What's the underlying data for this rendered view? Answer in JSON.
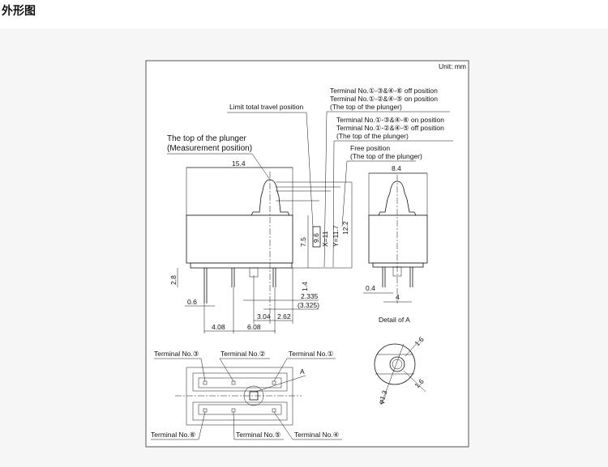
{
  "page_title": "外形图",
  "drawing": {
    "unit": "Unit: mm",
    "labels": {
      "off_on_1": "Terminal No.①-③&④-⑥ off position",
      "off_on_2": "Terminal No.①-②&④-⑤ on position",
      "off_on_3": "(The top of the plunger)",
      "on_off_1": "Terminal No.①-③&④-⑥ on position",
      "on_off_2": "Terminal No.①-②&④-⑤ off position",
      "on_off_3": "(The top of the plunger)",
      "free_1": "Free position",
      "free_2": "(The top of the plunger)",
      "limit": "Limit total travel position",
      "measure_1": "The top of the plunger",
      "measure_2": "(Measurement position)",
      "detail_a": "Detail of A",
      "a_marker": "A"
    },
    "dimensions": {
      "width_front": "15.4",
      "width_side": "8.4",
      "d_9_6": "9.6",
      "d_7_5": "7.5",
      "d_x": "X=11",
      "d_y": "Y=11.7",
      "d_12_2": "12.2",
      "d_2_8": "2.8",
      "d_1_4": "1.4",
      "d_0_6": "0.6",
      "d_2_335": "2.335",
      "d_3_325": "(3.325)",
      "d_3_04": "3.04",
      "d_2_62": "2.62",
      "d_4_08": "4.08",
      "d_6_08": "6.08",
      "d_0_4": "0.4",
      "d_4": "4",
      "d_1_6a": "1.6",
      "d_1_6b": "1.6",
      "d_phi": "φ1.3"
    },
    "terminals": {
      "t1": "Terminal No.①",
      "t2": "Terminal No.②",
      "t3": "Terminal No.③",
      "t4": "Terminal No.④",
      "t5": "Terminal No.⑤",
      "t6": "Terminal No.⑥"
    }
  }
}
